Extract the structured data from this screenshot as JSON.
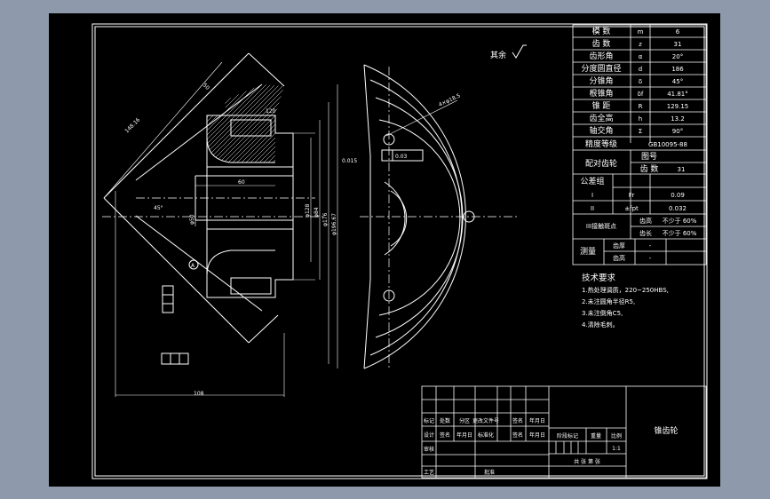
{
  "params": {
    "rows": [
      {
        "label": "模 数",
        "sym": "m",
        "val": "6"
      },
      {
        "label": "齿 数",
        "sym": "z",
        "val": "31"
      },
      {
        "label": "齿形角",
        "sym": "α",
        "val": "20°"
      },
      {
        "label": "分度圆直径",
        "sym": "d",
        "val": "186"
      },
      {
        "label": "分锥角",
        "sym": "δ",
        "val": "45°"
      },
      {
        "label": "根锥角",
        "sym": "δf",
        "val": "41.81°"
      },
      {
        "label": "锥 距",
        "sym": "R",
        "val": "129.15"
      },
      {
        "label": "齿全高",
        "sym": "h",
        "val": "13.2"
      },
      {
        "label": "轴交角",
        "sym": "Σ",
        "val": "90°"
      }
    ],
    "accuracy_label": "精度等级",
    "accuracy_val": "GB10095-88",
    "mating_label": "配对齿轮",
    "mating_drawing": "图号",
    "mating_teeth_label": "齿 数",
    "mating_teeth_val": "31",
    "tolerance_label": "公差组",
    "tol_g1": "I",
    "tol_g1_sym": "Fr",
    "tol_g1_val": "0.09",
    "tol_g2": "II",
    "tol_g2_sym": "±fpt",
    "tol_g2_val": "0.032",
    "contact_label": "III接触斑点",
    "contact_h_label": "齿高",
    "contact_h_val": "不少于 60%",
    "contact_l_label": "齿长",
    "contact_l_val": "不少于 60%",
    "measure_label": "测量",
    "measure_thick": "齿厚",
    "measure_height": "齿高",
    "dash": "-"
  },
  "roughness_note": "其余",
  "requirements": {
    "title": "技术要求",
    "items": [
      "1.热处理调质，220~250HBS,",
      "2.未注圆角半径R5,",
      "3.未注倒角C5,",
      "4.清除毛刺。"
    ]
  },
  "dims": {
    "d148": "148.16",
    "c60": "60",
    "d50": "50",
    "d120": "120",
    "d108": "108",
    "d_a": "φ128",
    "d_b": "φ84",
    "d_c": "φ176",
    "d_d": "φ196.67",
    "d_bore": "φ50",
    "ang": "45°",
    "holes": "4×φ18.5",
    "tol1": "0.03",
    "tol2": "0.015",
    "datum": "A"
  },
  "title_block": {
    "part_name": "锥齿轮",
    "row_marks": [
      "标记",
      "处数",
      "分区",
      "更改文件号",
      "签名",
      "年月日"
    ],
    "row_design": [
      "设计",
      "签名",
      "年月日",
      "标准化",
      "签名",
      "年月日"
    ],
    "stage_label": "阶段标记",
    "weight_label": "重量",
    "scale_label": "比例",
    "scale_val": "1:1",
    "audit": "审核",
    "process": "工艺",
    "approve": "批准",
    "sheets": "共  张 第  张"
  }
}
